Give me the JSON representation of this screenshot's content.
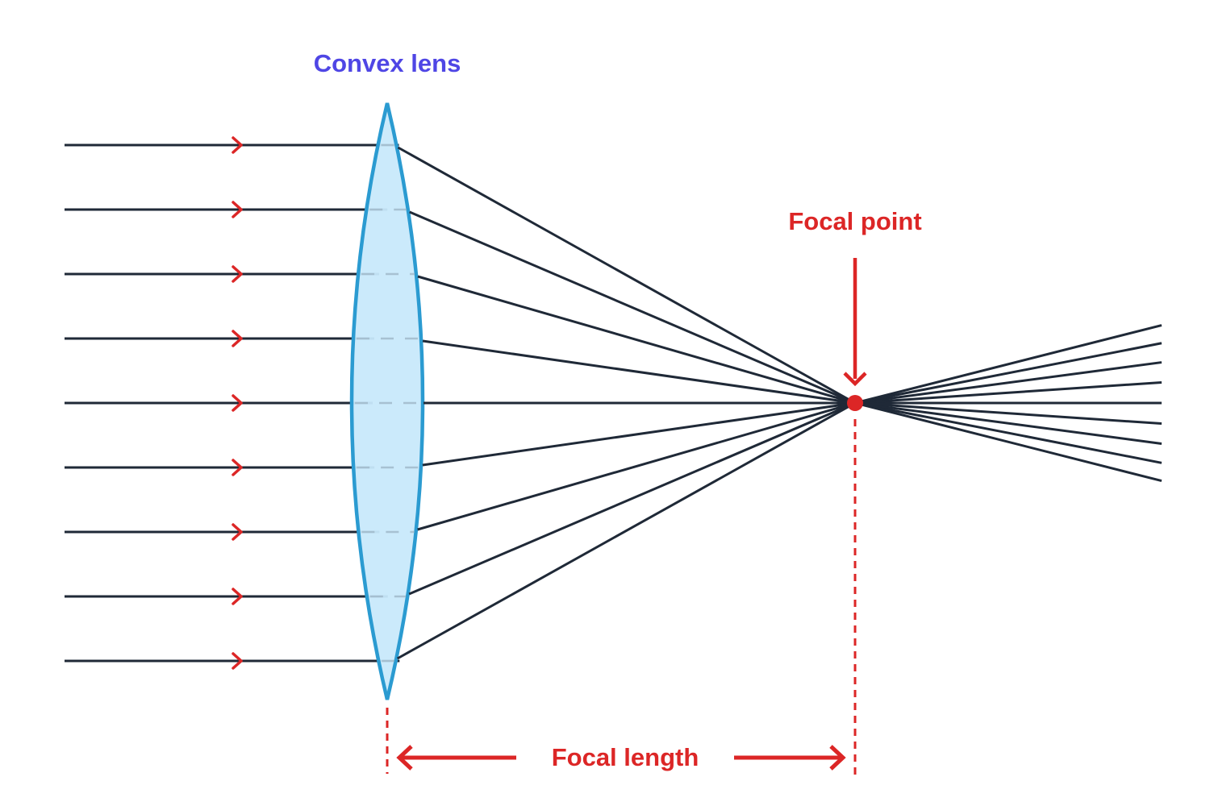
{
  "labels": {
    "lens": "Convex lens",
    "focal_point": "Focal point",
    "focal_length": "Focal length"
  },
  "colors": {
    "ray": "#1f2937",
    "accent": "#dc2626",
    "lens_label": "#4f46e5",
    "lens_fill": "#c8e9fb",
    "lens_stroke": "#2b9bd1",
    "background": "#ffffff"
  },
  "rays": {
    "count": 9
  },
  "icons": {
    "focal_point": "red-dot",
    "ray_direction": "chevron-right-icon",
    "pointer": "down-arrow-icon",
    "dimension": "double-headed-arrow"
  }
}
